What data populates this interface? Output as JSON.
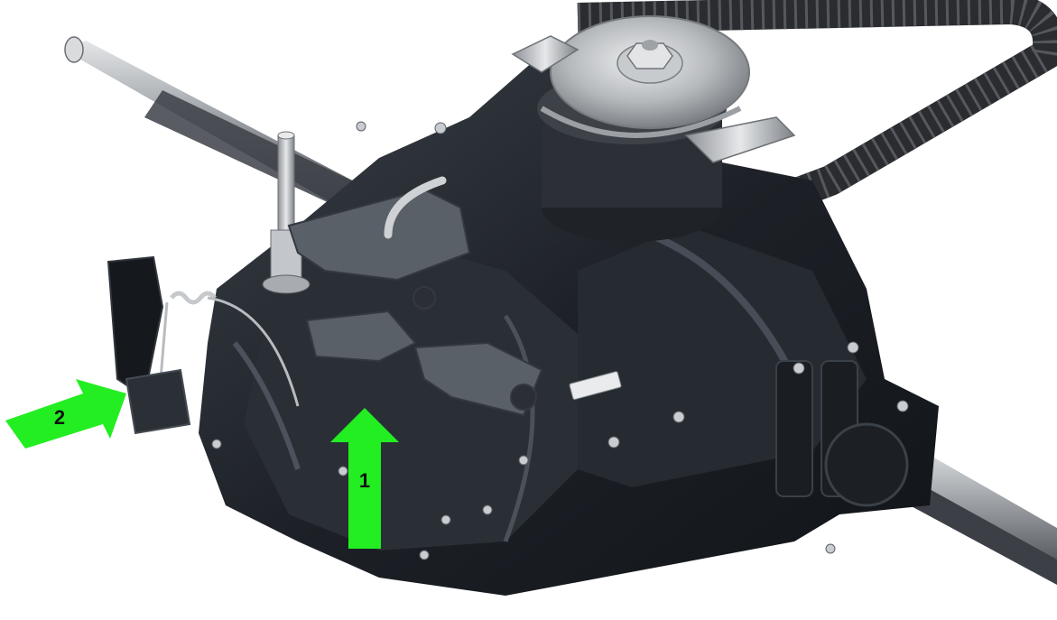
{
  "image": {
    "subject": "transaxle-gearbox-render",
    "background": "#ffffff",
    "colors": {
      "housing": "#1f2329",
      "housing_highlight": "#3a4048",
      "metal": "#b9bcc0",
      "belt": "#2a2c2f",
      "arrow": "#22ee22"
    }
  },
  "callouts": [
    {
      "label": "1",
      "icon": "up-arrow-icon"
    },
    {
      "label": "2",
      "icon": "right-arrow-icon"
    }
  ]
}
